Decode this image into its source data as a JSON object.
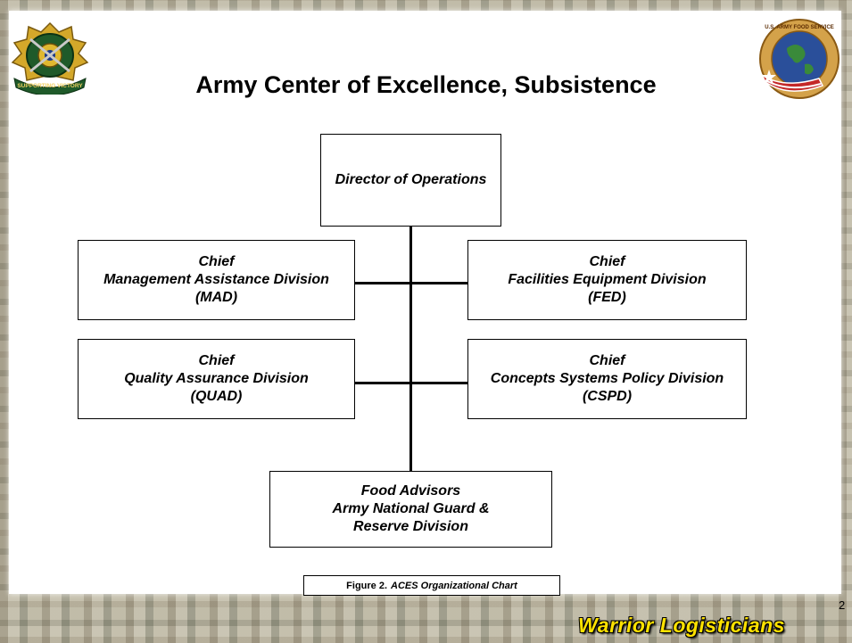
{
  "title": "Army Center of Excellence, Subsistence",
  "boxes": {
    "director": "Director of Operations",
    "mad": [
      "Chief",
      "Management Assistance Division",
      "(MAD)"
    ],
    "fed": [
      "Chief",
      "Facilities Equipment Division",
      "(FED)"
    ],
    "quad": [
      "Chief",
      "Quality Assurance Division",
      "(QUAD)"
    ],
    "cspd": [
      "Chief",
      "Concepts Systems Policy Division",
      "(CSPD)"
    ],
    "advisors": [
      "Food Advisors",
      "Army National Guard &",
      "Reserve Division"
    ]
  },
  "caption": {
    "label": "Figure 2.",
    "text": "ACES Organizational Chart"
  },
  "page_number": "2",
  "footer": "Warrior Logisticians",
  "emblems": {
    "left_text": "SUPPORTING VICTORY",
    "right_text": "U.S. ARMY FOOD SERVICE"
  }
}
